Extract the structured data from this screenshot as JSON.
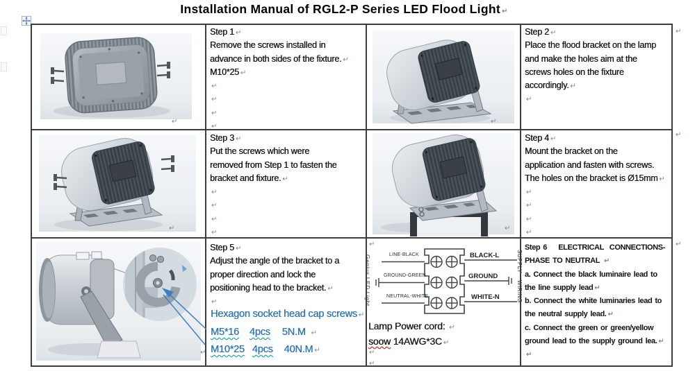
{
  "title": "Installation Manual of RGL2-P Series LED Flood Light",
  "marks": {
    "pilcrow": "↵"
  },
  "steps": {
    "step1": {
      "heading": "Step 1",
      "line1": "Remove the screws installed in",
      "line2": "advance in both sides of the fixture.",
      "line3": "M10*25"
    },
    "step2": {
      "heading": "Step 2",
      "line1": "Place the flood bracket on the lamp",
      "line2": "and make the holes aim at the",
      "line3": "screws holes on the fixture",
      "line4": "accordingly."
    },
    "step3": {
      "heading": "Step 3",
      "line1": "Put the screws which were",
      "line2": "removed from Step 1 to fasten the",
      "line3": "bracket and fixture."
    },
    "step4": {
      "heading": "Step 4",
      "line1": "Mount the bracket on the",
      "line2": "application and fasten with screws.",
      "line3": "The holes on the bracket is Ø15mm"
    },
    "step5": {
      "heading": "Step 5",
      "line1": "Adjust the angle of the bracket to a",
      "line2": "proper direction and lock the",
      "line3": "positioning head to the bracket.",
      "note": "Hexagon socket head cap screws",
      "screw1": {
        "size": "M5*16",
        "qty": "4pcs",
        "torque": "5N.M"
      },
      "screw2": {
        "size": "M10*25",
        "qty": "4pcs",
        "torque": "40N.M"
      }
    },
    "step6": {
      "line1": "Step 6    ELECTRICAL  CONNECTIONS-",
      "line2": "PHASE TO NEUTRAL ",
      "line3": "a. Connect the black luminaire lead to",
      "line4": "the line supply lead",
      "line5": "b. Connect the white luminaries lead to",
      "line6": "the neutral supply lead.",
      "line7": "c. Connect the green or green/yellow",
      "line8": "ground lead to the supply ground lea."
    }
  },
  "wiring": {
    "brand": "Genius LED Light",
    "supply": "SUPPLY",
    "wiring": "WIRING",
    "in_labels": {
      "line": "LINE-BLACK",
      "ground": "GROUND-GREEN",
      "neutral": "NEUTRAL-WHITE"
    },
    "out_labels": {
      "black": "BLACK-L",
      "ground": "GROUND",
      "white": "WHITE-N"
    },
    "cord_title": "Lamp Power cord: ",
    "cord": {
      "type": "soow",
      "spec": "14AWG*3C"
    }
  },
  "colors": {
    "accent_blue": "#2e75b6",
    "callout_blue": "#3f7fc4",
    "border": "#3d3d3d"
  }
}
